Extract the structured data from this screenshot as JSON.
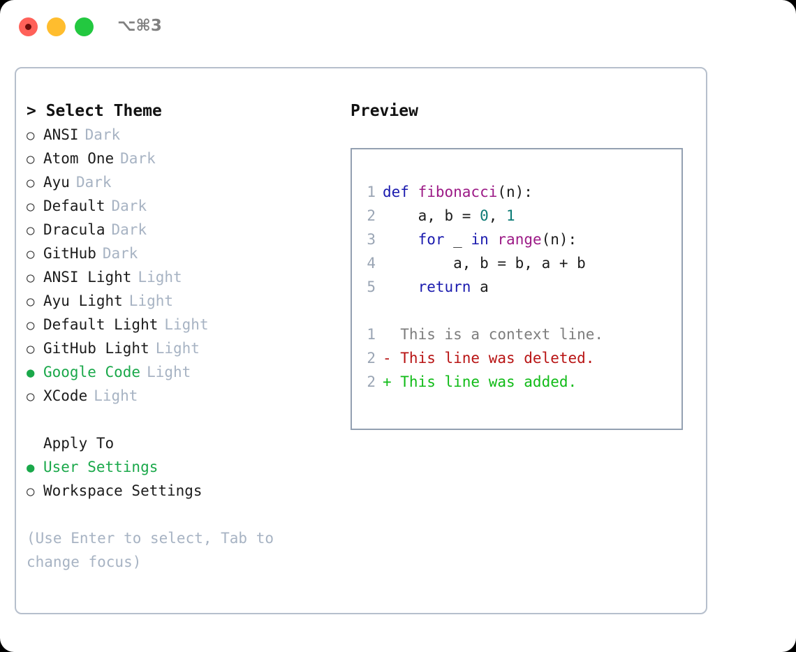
{
  "window": {
    "shortcut": "⌥⌘3",
    "traffic_lights": [
      {
        "name": "close",
        "color": "#ff6159"
      },
      {
        "name": "minimize",
        "color": "#ffbd2e"
      },
      {
        "name": "maximize",
        "color": "#23c840"
      }
    ]
  },
  "left": {
    "prompt": "> Select Theme",
    "themes": [
      {
        "marker": "○",
        "name": "ANSI",
        "tag": "Dark",
        "selected": false
      },
      {
        "marker": "○",
        "name": "Atom One",
        "tag": "Dark",
        "selected": false
      },
      {
        "marker": "○",
        "name": "Ayu",
        "tag": "Dark",
        "selected": false
      },
      {
        "marker": "○",
        "name": "Default",
        "tag": "Dark",
        "selected": false
      },
      {
        "marker": "○",
        "name": "Dracula",
        "tag": "Dark",
        "selected": false
      },
      {
        "marker": "○",
        "name": "GitHub",
        "tag": "Dark",
        "selected": false
      },
      {
        "marker": "○",
        "name": "ANSI Light",
        "tag": "Light",
        "selected": false
      },
      {
        "marker": "○",
        "name": "Ayu Light",
        "tag": "Light",
        "selected": false
      },
      {
        "marker": "○",
        "name": "Default Light",
        "tag": "Light",
        "selected": false
      },
      {
        "marker": "○",
        "name": "GitHub Light",
        "tag": "Light",
        "selected": false
      },
      {
        "marker": "●",
        "name": "Google Code",
        "tag": "Light",
        "selected": true
      },
      {
        "marker": "○",
        "name": "XCode",
        "tag": "Light",
        "selected": false
      }
    ],
    "apply_to": {
      "header": "Apply To",
      "options": [
        {
          "marker": "●",
          "label": "User Settings",
          "selected": true
        },
        {
          "marker": "○",
          "label": "Workspace Settings",
          "selected": false
        }
      ]
    },
    "hint": "(Use Enter to select, Tab to change focus)"
  },
  "right": {
    "title": "Preview",
    "code_lines": [
      {
        "number": "1",
        "tokens": [
          {
            "text": "def ",
            "kind": "kw"
          },
          {
            "text": "fibonacci",
            "kind": "fn"
          },
          {
            "text": "(n):",
            "kind": "pl"
          }
        ]
      },
      {
        "number": "2",
        "tokens": [
          {
            "text": "    a, b = ",
            "kind": "pl"
          },
          {
            "text": "0",
            "kind": "num"
          },
          {
            "text": ", ",
            "kind": "pl"
          },
          {
            "text": "1",
            "kind": "num"
          }
        ]
      },
      {
        "number": "3",
        "tokens": [
          {
            "text": "    ",
            "kind": "pl"
          },
          {
            "text": "for",
            "kind": "kw"
          },
          {
            "text": " _ ",
            "kind": "pl"
          },
          {
            "text": "in",
            "kind": "kw"
          },
          {
            "text": " ",
            "kind": "pl"
          },
          {
            "text": "range",
            "kind": "fn"
          },
          {
            "text": "(n):",
            "kind": "pl"
          }
        ]
      },
      {
        "number": "4",
        "tokens": [
          {
            "text": "        a, b = b, a + b",
            "kind": "pl"
          }
        ]
      },
      {
        "number": "5",
        "tokens": [
          {
            "text": "    ",
            "kind": "pl"
          },
          {
            "text": "return",
            "kind": "kw"
          },
          {
            "text": " a",
            "kind": "pl"
          }
        ]
      }
    ],
    "diff_lines": [
      {
        "number": "1",
        "sign": "  ",
        "text": "This is a context line.",
        "kind": "ctx"
      },
      {
        "number": "2",
        "sign": "- ",
        "text": "This line was deleted.",
        "kind": "del"
      },
      {
        "number": "2",
        "sign": "+ ",
        "text": "This line was added.",
        "kind": "add"
      }
    ]
  }
}
